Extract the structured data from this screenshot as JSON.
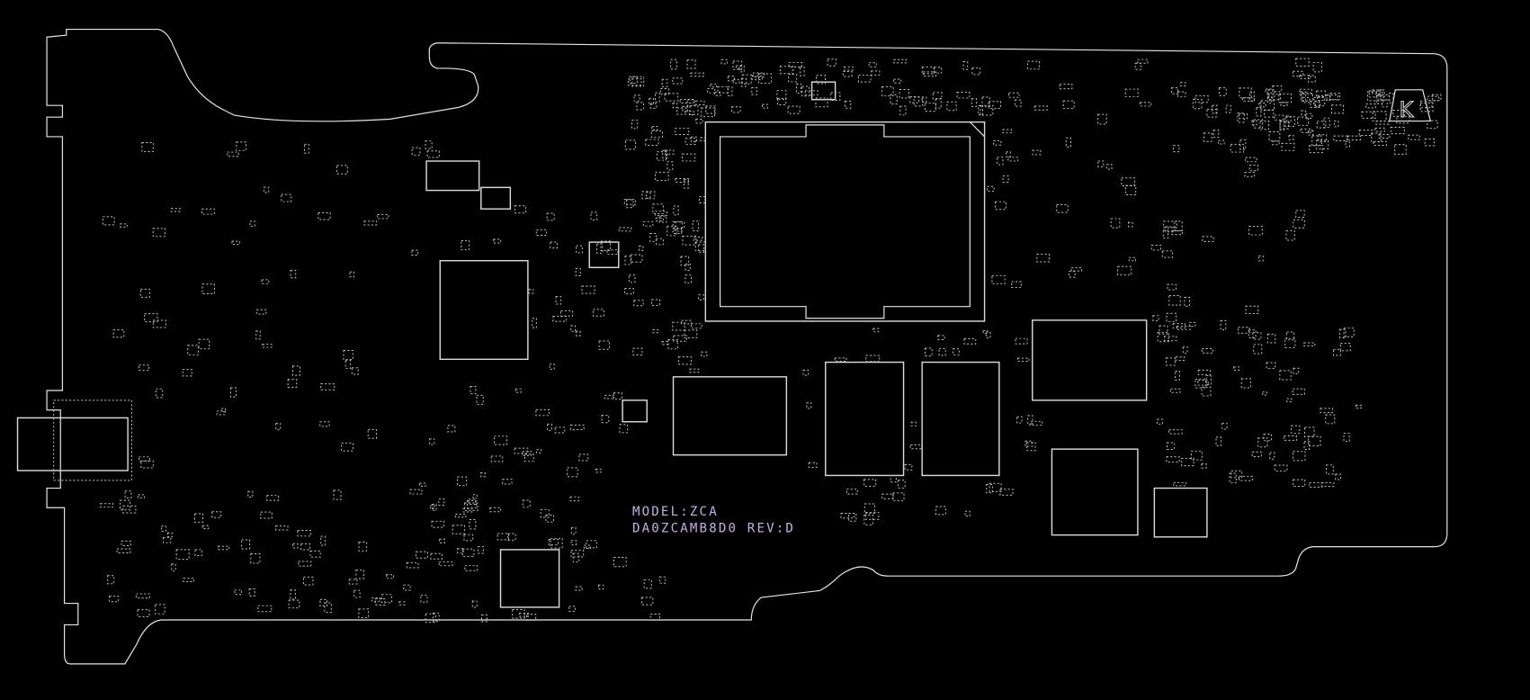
{
  "board": {
    "model_label": "MODEL:ZCA",
    "part_label": "DA0ZCAMB8D0  REV:D",
    "corner_mark": "K"
  },
  "colors": {
    "background": "#000000",
    "outline": "#e6e6e6",
    "silkscreen_text": "#c9aee8"
  }
}
